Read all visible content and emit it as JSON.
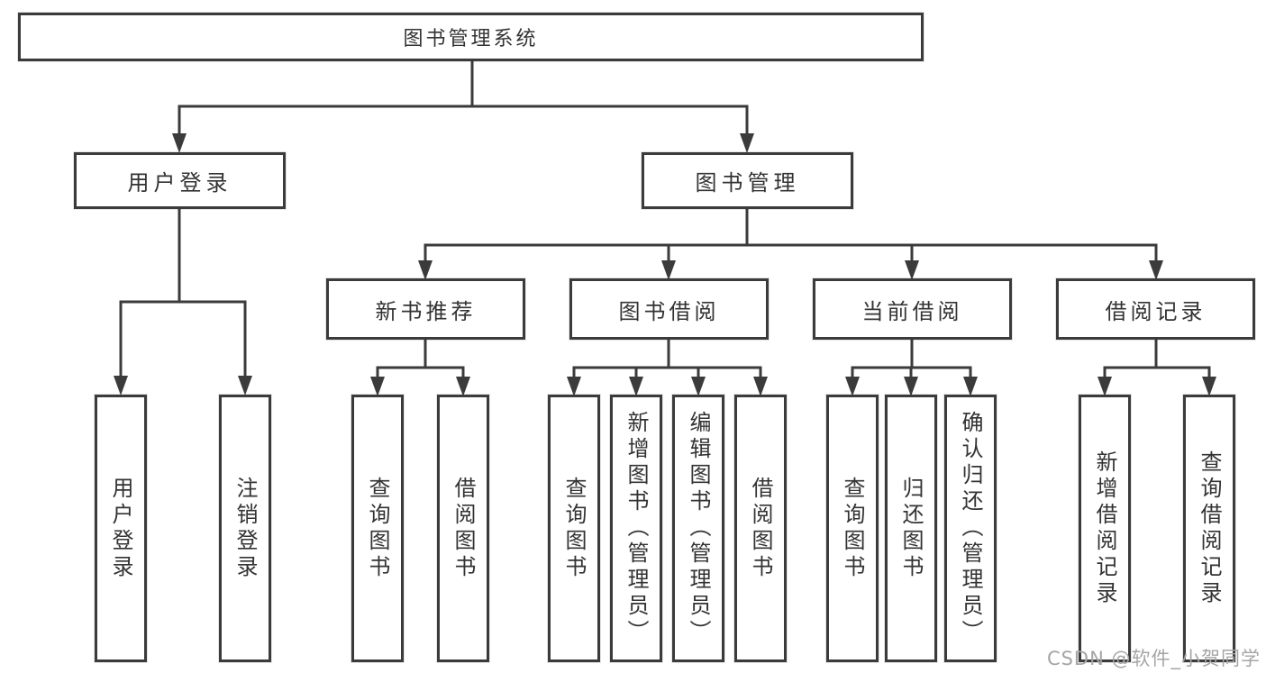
{
  "diagram_data": {
    "type": "tree",
    "orientation": "top-down",
    "tree": {
      "label": "图书管理系统",
      "children": [
        {
          "label": "用户登录",
          "children": [
            {
              "label": "用户登录"
            },
            {
              "label": "注销登录"
            }
          ]
        },
        {
          "label": "图书管理",
          "children": [
            {
              "label": "新书推荐",
              "children": [
                {
                  "label": "查询图书"
                },
                {
                  "label": "借阅图书"
                }
              ]
            },
            {
              "label": "图书借阅",
              "children": [
                {
                  "label": "查询图书"
                },
                {
                  "label": "新增图书（管理员）"
                },
                {
                  "label": "编辑图书（管理员）"
                },
                {
                  "label": "借阅图书"
                }
              ]
            },
            {
              "label": "当前借阅",
              "children": [
                {
                  "label": "查询图书"
                },
                {
                  "label": "归还图书"
                },
                {
                  "label": "确认归还（管理员）"
                }
              ]
            },
            {
              "label": "借阅记录",
              "children": [
                {
                  "label": "新增借阅记录"
                },
                {
                  "label": "查询借阅记录"
                }
              ]
            }
          ]
        }
      ]
    }
  },
  "watermark": {
    "text": "CSDN @软件_小贺同学"
  },
  "colors": {
    "line": "#3b3b3b",
    "text": "#333333",
    "box_fill": "#ffffff",
    "watermark": "#a5a5a5",
    "background": "#ffffff"
  }
}
